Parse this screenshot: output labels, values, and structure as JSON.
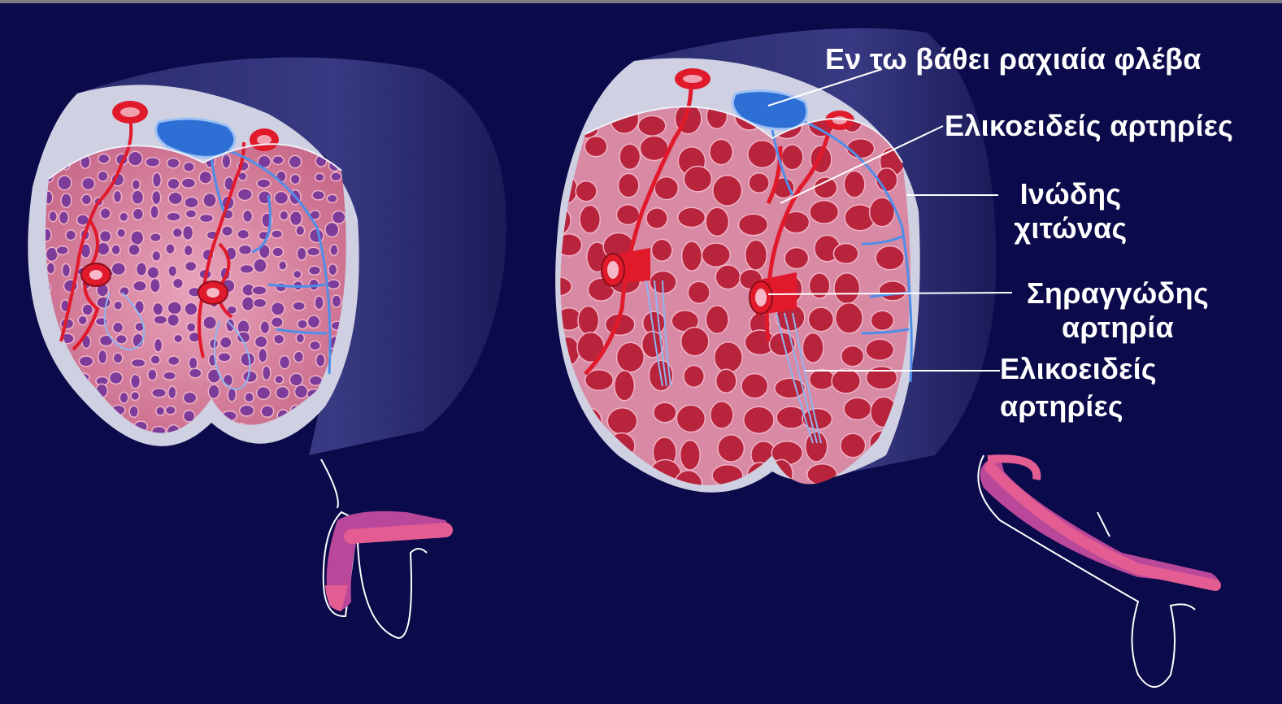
{
  "labels": {
    "deep_dorsal_vein": "Εν τω βάθει ραχιαία φλέβα",
    "helicine_arteries_top": "Ελικοειδείς αρτηρίες",
    "tunica_line1": "Ινώδης",
    "tunica_line2": "χιτώνας",
    "cavernous_artery_line1": "Σηραγγώδης",
    "cavernous_artery_line2": "αρτηρία",
    "helicine_arteries_bottom_line1": "Ελικοειδείς",
    "helicine_arteries_bottom_line2": "αρτηρίες"
  },
  "colors": {
    "background": "#0b0a4a",
    "tissue": "#d27a96",
    "sinus_flaccid": "#7d3c9a",
    "sinus_erect": "#b8243c",
    "artery": "#e0192b",
    "vein": "#3a78d8",
    "tunica": "#d6d8e6",
    "silhouette": "#d75a93"
  },
  "panels": [
    {
      "id": "flaccid",
      "state": "flaccid"
    },
    {
      "id": "erect",
      "state": "erect"
    }
  ]
}
